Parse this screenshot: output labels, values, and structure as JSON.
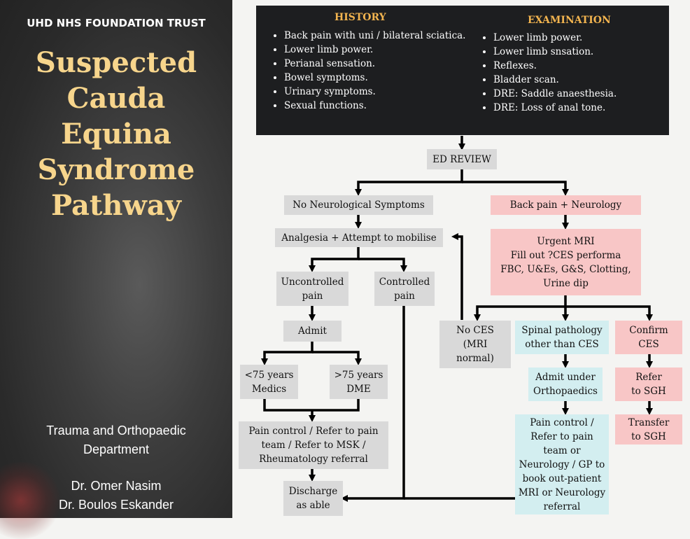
{
  "sidebar": {
    "org": "UHD NHS FOUNDATION TRUST",
    "title_lines": [
      "Suspected",
      "Cauda",
      "Equina",
      "Syndrome",
      "Pathway"
    ],
    "department_lines": [
      "Trauma and Orthopaedic",
      "Department"
    ],
    "authors": [
      "Dr. Omer Nasim",
      "Dr. Boulos Eskander"
    ]
  },
  "history": {
    "heading": "HISTORY",
    "items": [
      "Back pain with uni / bilateral sciatica.",
      "Lower limb power.",
      "Perianal sensation.",
      "Bowel symptoms.",
      "Urinary symptoms.",
      "Sexual functions."
    ]
  },
  "examination": {
    "heading": "EXAMINATION",
    "items": [
      "Lower limb power.",
      "Lower limb snsation.",
      "Reflexes.",
      "Bladder scan.",
      "DRE: Saddle anaesthesia.",
      "DRE: Loss of anal tone."
    ]
  },
  "nodes": {
    "ed_review": "ED REVIEW",
    "no_neuro": "No Neurological Symptoms",
    "back_pain_neuro": "Back pain + Neurology",
    "analgesia": "Analgesia + Attempt to mobilise",
    "urgent_mri": [
      "Urgent MRI",
      "Fill out ?CES performa",
      "FBC, U&Es, G&S, Clotting,",
      "Urine dip"
    ],
    "uncontrolled": [
      "Uncontrolled",
      "pain"
    ],
    "controlled": [
      "Controlled",
      "pain"
    ],
    "admit": "Admit",
    "under75": [
      "<75 years",
      "Medics"
    ],
    "over75": [
      ">75 years",
      "DME"
    ],
    "pain_control_left": [
      "Pain control / Refer to pain",
      "team / Refer to MSK /",
      "Rheumatology referral"
    ],
    "discharge": [
      "Discharge",
      "as able"
    ],
    "no_ces": [
      "No CES",
      "(MRI",
      "normal)"
    ],
    "spinal": [
      "Spinal pathology",
      "other than CES"
    ],
    "confirm_ces": [
      "Confirm",
      "CES"
    ],
    "admit_ortho": [
      "Admit under",
      "Orthopaedics"
    ],
    "refer_sgh": [
      "Refer",
      "to SGH"
    ],
    "transfer_sgh": [
      "Transfer",
      "to SGH"
    ],
    "pain_control_right": [
      "Pain control /",
      "Refer to pain",
      "team or",
      "Neurology / GP to",
      "book out-patient",
      "MRI or Neurology",
      "referral"
    ]
  },
  "colors": {
    "sidebar_bg": "#2e2e2e",
    "title": "#f7d58c",
    "heading": "#f2b44f",
    "grey_box": "#d9d9d9",
    "pink_box": "#f8c6c6",
    "blue_box": "#d3eef0",
    "dark_box": "#1d1e20"
  }
}
